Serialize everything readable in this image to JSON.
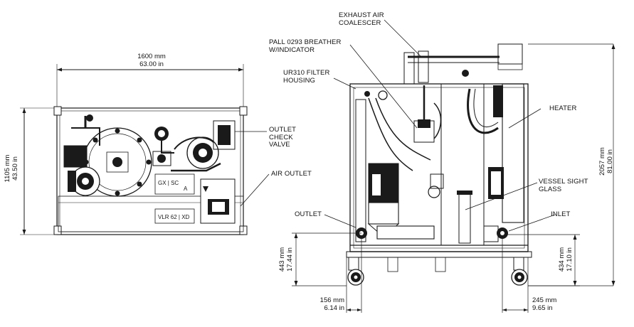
{
  "left_view": {
    "width_dim": {
      "mm": "1600 mm",
      "in": "63.00 in"
    },
    "height_dim": {
      "mm": "1105 mm",
      "in": "43.50 in"
    },
    "callouts": {
      "outlet_check_valve": [
        "OUTLET",
        "CHECK",
        "VALVE"
      ],
      "air_outlet": "AIR OUTLET"
    },
    "panel_marks": {
      "top": "GX | SC",
      "top2": "A",
      "bottom": "VLR 62 | XD"
    }
  },
  "right_view": {
    "callouts": {
      "exhaust_air_coalescer": [
        "EXHAUST AIR",
        "COALESCER"
      ],
      "pall_breather": [
        "PALL 0293 BREATHER",
        "W/INDICATOR"
      ],
      "ur310_housing": [
        "UR310 FILTER",
        "HOUSING"
      ],
      "heater": "HEATER",
      "vessel_sight_glass": [
        "VESSEL SIGHT",
        "GLASS"
      ],
      "outlet": "OUTLET",
      "inlet": "INLET"
    },
    "height_dim": {
      "mm": "2057 mm",
      "in": "81.00 in"
    },
    "outlet_height_dim": {
      "mm": "443 mm",
      "in": "17.44 in"
    },
    "inlet_height_dim": {
      "mm": "434 mm",
      "in": "17.10 in"
    },
    "outlet_offset_dim": {
      "mm": "156 mm",
      "in": "6.14 in"
    },
    "inlet_offset_dim": {
      "mm": "245 mm",
      "in": "9.65 in"
    }
  }
}
